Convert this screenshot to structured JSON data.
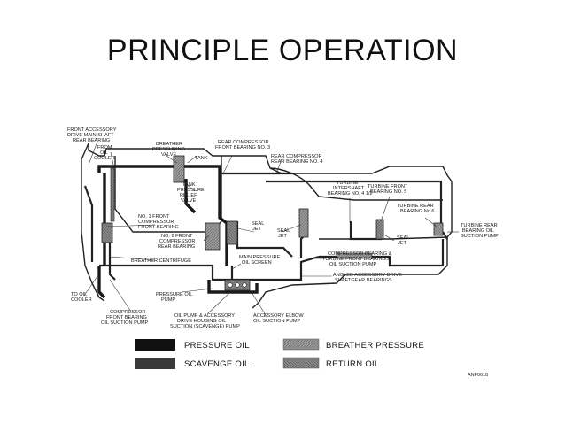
{
  "title": "PRINCIPLE OPERATION",
  "labels": {
    "front_accessory": [
      "FRONT ACCESSORY",
      "DRIVE MAIN SHAFT",
      "REAR BEARING"
    ],
    "from_oil_cooler": [
      "FROM",
      "OIL",
      "COOLER"
    ],
    "breather_valve": [
      "BREATHER",
      "PRESSURING",
      "VALVE"
    ],
    "tank": "TANK",
    "rear_comp_front": [
      "REAR COMPRESSOR",
      "FRONT BEARING NO. 3"
    ],
    "rear_comp_rear": [
      "REAR COMPRESSOR",
      "REAR BEARING NO. 4"
    ],
    "tank_relief": [
      "TANK",
      "PRESSURE",
      "RELIEF",
      "VALVE"
    ],
    "turbine_interstage": [
      "TURBINE",
      "INTERSHAFT",
      "BEARING NO. 4 1/2"
    ],
    "turbine_front": [
      "TURBINE FRONT",
      "BEARING NO. 5"
    ],
    "turbine_rear": [
      "TURBINE REAR",
      "BEARING No.6"
    ],
    "no1_front": [
      "NO. 1 FRONT",
      "COMPRESSOR",
      "FRONT BEARING"
    ],
    "no2_front": [
      "NO. 2 FRONT",
      "COMPRESSOR",
      "REAR BEARING"
    ],
    "seal_jet_1": [
      "SEAL",
      "JET"
    ],
    "seal_jet_2": [
      "SEAL",
      "JET"
    ],
    "seal_jet_3": [
      "SEAL",
      "JET"
    ],
    "turbine_rear_pump": [
      "TURBINE REAR",
      "BEARING OIL",
      "SUCTION PUMP"
    ],
    "breather_centrifuge": "BREATHER CENTRIFUGE",
    "main_pressure_screen": [
      "MAIN PRESSURE",
      "OIL SCREEN"
    ],
    "comp_bearing_turbine": [
      "COMPRESSOR BEARING &",
      "TURBINE FRONT BEARINGS",
      "OIL SUCTION PUMP"
    ],
    "angled_accessory": [
      "ANGLED ACCESSORY DRIVE",
      "SHAFTGEAR BEARINGS"
    ],
    "to_oil_cooler": [
      "TO OIL",
      "COOLER"
    ],
    "pressure_oil_pump": [
      "PRESSURE OIL",
      "PUMP"
    ],
    "comp_front_pump": [
      "COMPRESSOR",
      "FRONT BEARING",
      "OIL SUCTION PUMP"
    ],
    "oil_pump_accessory": [
      "OIL PUMP & ACCESSORY",
      "DRIVE HOUSING OIL",
      "SUCTION (SCAVENGE) PUMP"
    ],
    "accessory_elbow": [
      "ACCESSORY ELBOW",
      "OIL SUCTION PUMP"
    ]
  },
  "legend": {
    "pressure_oil": "PRESSURE OIL",
    "scavenge_oil": "SCAVENGE OIL",
    "breather_pressure": "BREATHER PRESSURE",
    "return_oil": "RETURN OIL"
  },
  "figure_code": "ANF0618",
  "colors": {
    "pressure_oil": "#111111",
    "scavenge_oil": "#3a3a3a",
    "breather_pressure": "#a6a6a6",
    "return_oil": "#8c8c8c"
  }
}
